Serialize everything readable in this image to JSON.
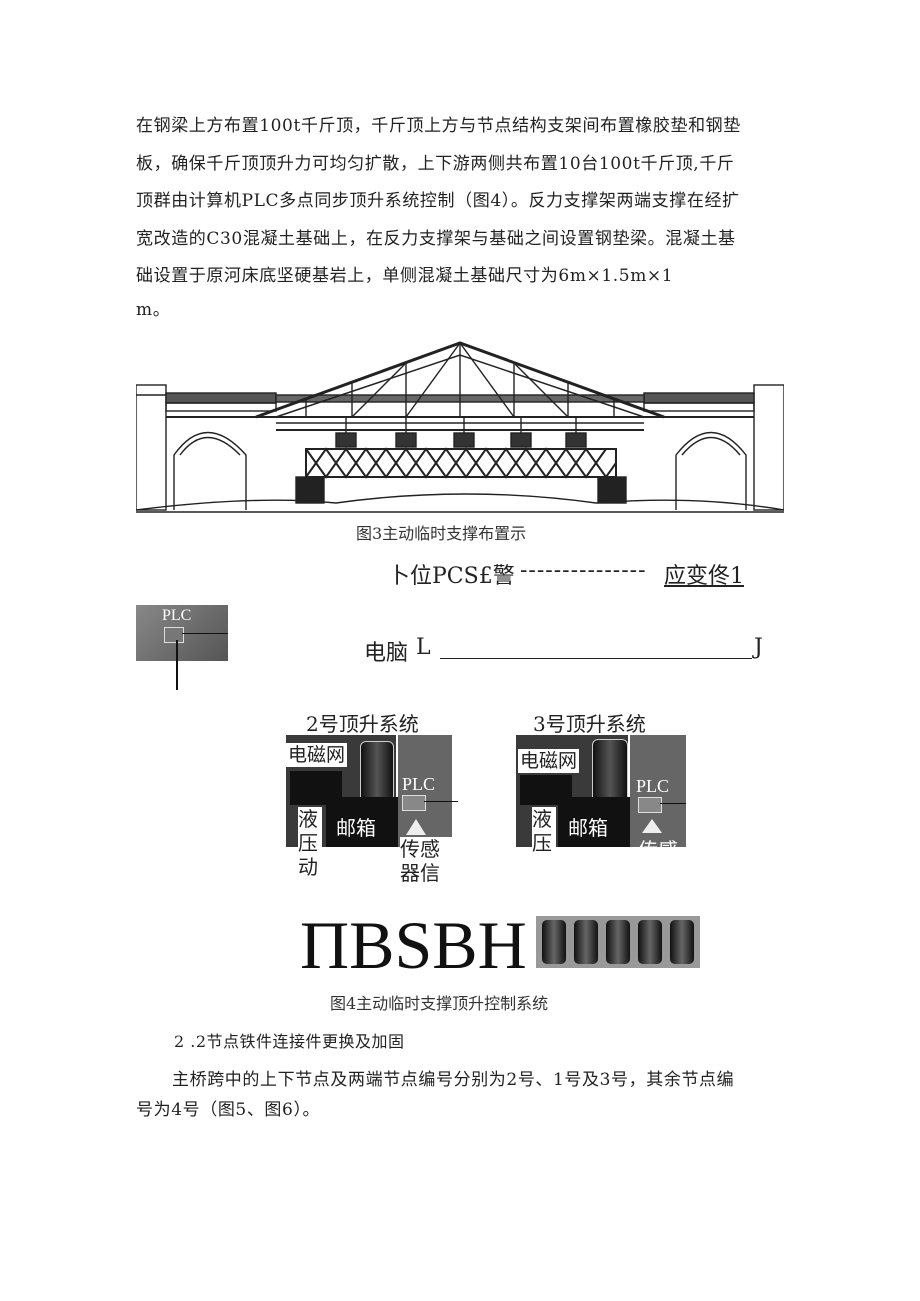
{
  "paragraph1": {
    "lines": [
      "在钢梁上方布置100t千斤顶，千斤顶上方与节点结构支架间布置橡胶垫和钢垫",
      "板，确保千斤顶顶升力可均匀扩散，上下游两侧共布置10台100t千斤顶,千斤",
      "顶群由计算机PLC多点同步顶升系统控制（图4）。反力支撑架两端支撑在经扩",
      "宽改造的C30混凝土基础上，在反力支撑架与基础之间设置钢垫梁。混凝土基",
      "础设置于原河床底坚硬基岩上，单侧混凝土基础尺寸为6m×1.5m×1",
      "m。"
    ]
  },
  "figure3": {
    "caption": "图3主动临时支撑布置示"
  },
  "figure4": {
    "top_left_text": "卜位PCS£警",
    "top_dashes": "---------------",
    "top_right_text": "应变佟1",
    "plc_label": "PLC",
    "computer_label": "电脑",
    "computer_left": "L",
    "computer_right": "J",
    "system2_title": "2号顶升系统",
    "system3_title": "3号顶升系统",
    "sys2": {
      "valve": "电磁网",
      "hydraulic": "液压动",
      "tank": "邮箱",
      "plc": "PLC",
      "sensor": "传感器信"
    },
    "sys3": {
      "valve": "电磁网",
      "hydraulic": "液压",
      "tank": "邮箱",
      "plc": "PLC",
      "sensor": "传感"
    },
    "big_text": "ΠBSBH",
    "caption": "图4主动临时支撑顶升控制系统"
  },
  "section": {
    "heading": "2 .2节点铁件连接件更换及加固",
    "lines": [
      "主桥跨中的上下节点及两端节点编号分别为2号、1号及3号，其余节点编",
      "号为4号（图5、图6）。"
    ]
  }
}
